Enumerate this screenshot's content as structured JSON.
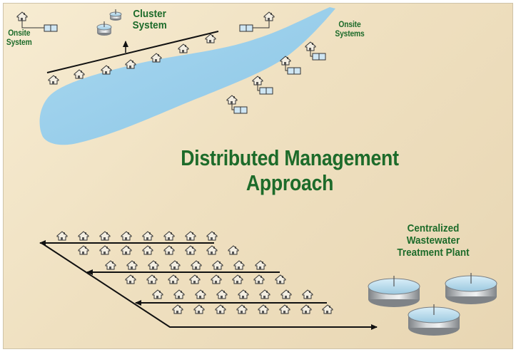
{
  "labels": {
    "onsite_system": [
      "Onsite",
      "System"
    ],
    "cluster_system": [
      "Cluster",
      "System"
    ],
    "onsite_systems": [
      "Onsite",
      "Systems"
    ],
    "title": [
      "Distributed Management",
      "Approach"
    ],
    "treatment_plant": [
      "Centralized",
      "Wastewater",
      "Treatment Plant"
    ]
  },
  "colors": {
    "text": "#1d6b2a",
    "water": "#9dd0ec",
    "pipe": "#111111",
    "tank_body": "#b9bcbf"
  }
}
